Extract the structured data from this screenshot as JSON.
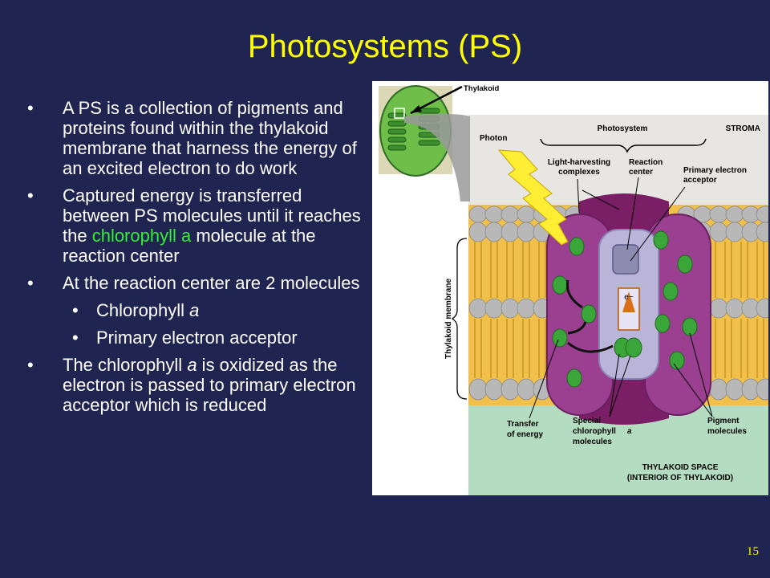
{
  "slide": {
    "title": "Photosystems (PS)",
    "page_number": "15",
    "colors": {
      "background": "#1f2450",
      "title": "#ffff00",
      "text": "#ffffff",
      "highlight": "#33ee33"
    }
  },
  "bullets": {
    "b1": "A PS is a collection of pigments and proteins found within the thylakoid membrane that harness the energy of an excited electron to do work",
    "b2": {
      "pre": "Captured energy is transferred between PS molecules until it reaches the ",
      "highlight": "chlorophyll a",
      "post": " molecule at the reaction center"
    },
    "b3": "At the reaction center are 2 molecules",
    "sub1": {
      "pre": "Chlorophyll ",
      "italic": "a"
    },
    "sub2": "Primary electron acceptor",
    "b4": {
      "pre": "The chlorophyll ",
      "italic": "a",
      "post": " is oxidized as the electron is passed to primary electron acceptor which is reduced"
    }
  },
  "diagram": {
    "thylakoid": "Thylakoid",
    "photon": "Photon",
    "photosystem": "Photosystem",
    "stroma": "STROMA",
    "light_harvesting": [
      "Light-harvesting",
      "complexes"
    ],
    "reaction_center": [
      "Reaction",
      "center"
    ],
    "primary_acceptor": [
      "Primary electron",
      "acceptor"
    ],
    "membrane": "Thylakoid  membrane",
    "electron": "e−",
    "transfer": [
      "Transfer",
      "of energy"
    ],
    "special": [
      "Special",
      "chlorophyll",
      "a",
      "molecules"
    ],
    "pigment": [
      "Pigment",
      "molecules"
    ],
    "space": [
      "THYLAKOID SPACE",
      "(INTERIOR OF THYLAKOID)"
    ]
  }
}
